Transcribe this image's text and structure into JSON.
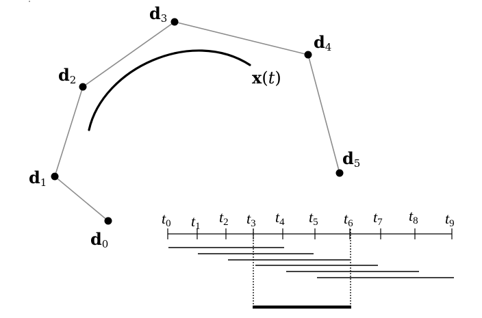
{
  "control_points": [
    {
      "base": "d",
      "sub": "0"
    },
    {
      "base": "d",
      "sub": "1"
    },
    {
      "base": "d",
      "sub": "2"
    },
    {
      "base": "d",
      "sub": "3"
    },
    {
      "base": "d",
      "sub": "4"
    },
    {
      "base": "d",
      "sub": "5"
    }
  ],
  "curve_label": {
    "bold": "x",
    "open": "(",
    "ital": "t",
    "close": ")"
  },
  "knots": [
    {
      "base": "t",
      "sub": "0"
    },
    {
      "base": "t",
      "sub": "1"
    },
    {
      "base": "t",
      "sub": "2"
    },
    {
      "base": "t",
      "sub": "3"
    },
    {
      "base": "t",
      "sub": "4"
    },
    {
      "base": "t",
      "sub": "5"
    },
    {
      "base": "t",
      "sub": "6"
    },
    {
      "base": "t",
      "sub": "7"
    },
    {
      "base": "t",
      "sub": "8"
    },
    {
      "base": "t",
      "sub": "9"
    }
  ]
}
